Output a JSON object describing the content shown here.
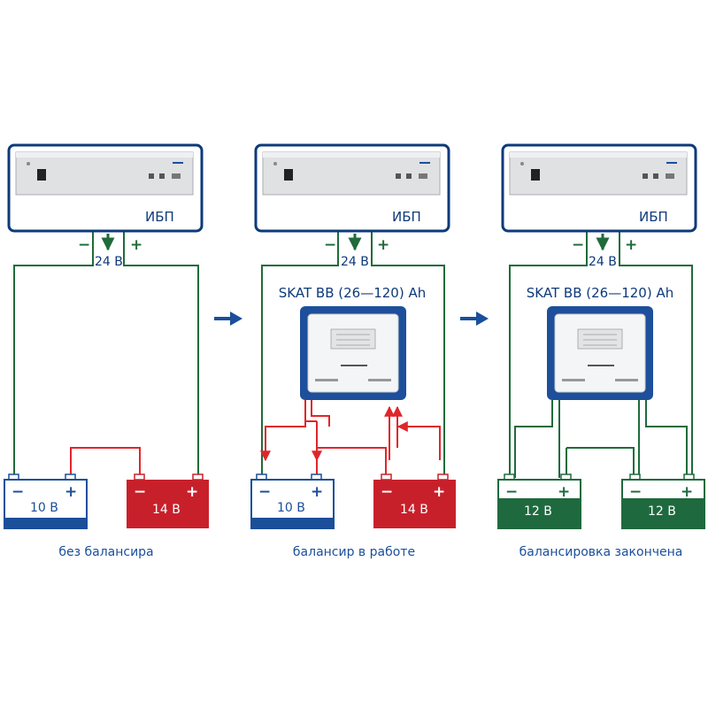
{
  "colors": {
    "frame": "#0d3a7a",
    "wire_green": "#1f6b3a",
    "wire_red": "#e0262b",
    "battery_low": "#1b4f9a",
    "battery_high": "#c8202b",
    "battery_ok": "#1e6a3e",
    "caption": "#1a4f9c"
  },
  "panels": [
    {
      "ups_label": "ИБП",
      "voltage_label": "24 В",
      "minus": "−",
      "plus": "+",
      "skat_label": "",
      "battery_left": {
        "value": "10 В",
        "state": "low"
      },
      "battery_right": {
        "value": "14 В",
        "state": "high"
      },
      "caption": "без балансира"
    },
    {
      "ups_label": "ИБП",
      "voltage_label": "24 В",
      "minus": "−",
      "plus": "+",
      "skat_label": "SKAT BB (26—120) Ah",
      "battery_left": {
        "value": "10 В",
        "state": "low"
      },
      "battery_right": {
        "value": "14 В",
        "state": "high"
      },
      "caption": "балансир в работе"
    },
    {
      "ups_label": "ИБП",
      "voltage_label": "24 В",
      "minus": "−",
      "plus": "+",
      "skat_label": "SKAT BB (26—120) Ah",
      "battery_left": {
        "value": "12 В",
        "state": "ok"
      },
      "battery_right": {
        "value": "12 В",
        "state": "ok"
      },
      "caption": "балансировка закончена"
    }
  ],
  "arrows": [
    "arrow-right-icon",
    "arrow-right-icon"
  ]
}
